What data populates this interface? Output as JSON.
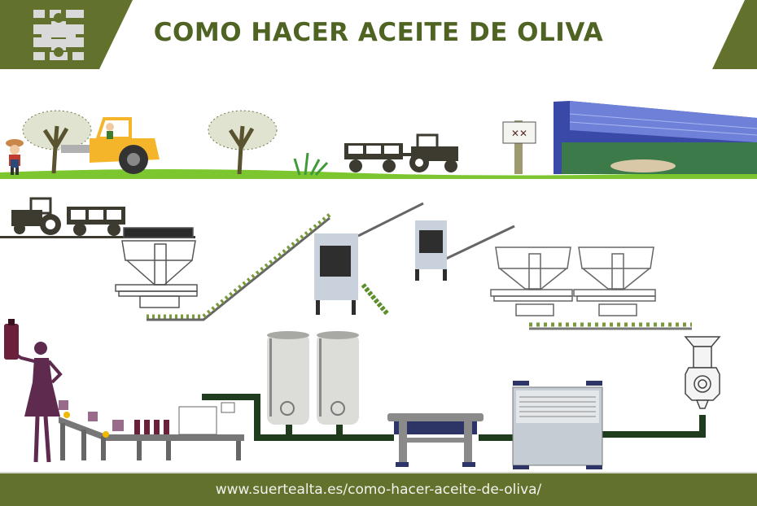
{
  "header": {
    "title": "COMO HACER ACEITE DE OLIVA",
    "logo_icon": "suertealta-pattern-logo",
    "brand_color": "#62722d",
    "title_color": "#4f6323"
  },
  "scenes": {
    "field": [
      "farmer",
      "olive-tree",
      "tree-shaker-vehicle",
      "olive-tree",
      "grass",
      "tractor-with-trailer",
      "signpost-with-logo",
      "olive-mill-building"
    ],
    "reception": [
      "tractor-with-trailer",
      "reception-hopper",
      "conveyor-belt",
      "leaf-cleaner",
      "washer",
      "storage-hoppers",
      "mill-crusher"
    ],
    "extraction": [
      "decanter-centrifuge",
      "vertical-centrifuge",
      "storage-tanks",
      "bottling-line",
      "woman-holding-bottle"
    ]
  },
  "footer": {
    "url": "www.suertealta.es/como-hacer-aceite-de-oliva/"
  }
}
